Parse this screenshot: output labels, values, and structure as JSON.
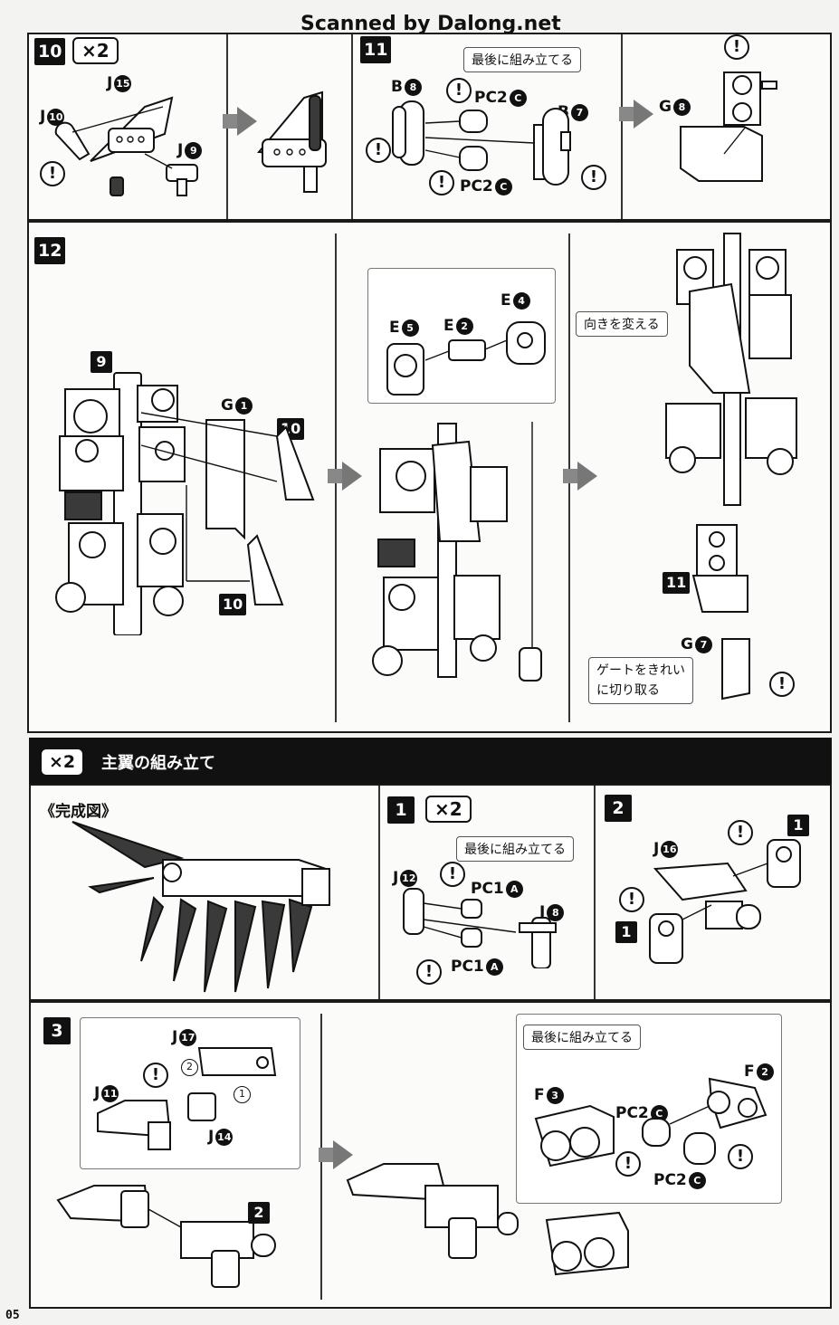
{
  "watermark": "Scanned by Dalong.net",
  "page_number": "05",
  "step10": {
    "num": "10",
    "mult": "×2",
    "parts": [
      {
        "letter": "J",
        "num": "15"
      },
      {
        "letter": "J",
        "num": "10"
      },
      {
        "letter": "J",
        "num": "9"
      }
    ]
  },
  "step11": {
    "num": "11",
    "callout": "最後に組み立てる",
    "parts": [
      {
        "letter": "B",
        "num": "8"
      },
      {
        "letter": "B",
        "num": "7"
      },
      {
        "letter": "G",
        "num": "8"
      }
    ],
    "pc_top": {
      "label": "PC2",
      "sub": "C"
    },
    "pc_bottom": {
      "label": "PC2",
      "sub": "C"
    }
  },
  "step12": {
    "num": "12",
    "ref9": "9",
    "ref10a": "10",
    "ref10b": "10",
    "ref11": "11",
    "parts": [
      {
        "letter": "G",
        "num": "1"
      },
      {
        "letter": "E",
        "num": "5"
      },
      {
        "letter": "E",
        "num": "2"
      },
      {
        "letter": "E",
        "num": "4"
      },
      {
        "letter": "G",
        "num": "7"
      }
    ],
    "callout_turn": "向きを変える",
    "callout_gate_1": "ゲートをきれい",
    "callout_gate_2": "に切り取る"
  },
  "section": {
    "mult": "×2",
    "title": "主翼の組み立て"
  },
  "completed": {
    "label": "《完成図》"
  },
  "w_step1": {
    "num": "1",
    "mult": "×2",
    "callout": "最後に組み立てる",
    "parts": [
      {
        "letter": "J",
        "num": "12"
      },
      {
        "letter": "J",
        "num": "8"
      }
    ],
    "pc_top": {
      "label": "PC1",
      "sub": "A"
    },
    "pc_bottom": {
      "label": "PC1",
      "sub": "A"
    }
  },
  "w_step2": {
    "num": "2",
    "part": {
      "letter": "J",
      "num": "16"
    },
    "ref1a": "1",
    "ref1b": "1"
  },
  "w_step3": {
    "num": "3",
    "ref2": "2",
    "order1": "1",
    "order2": "2",
    "callout": "最後に組み立てる",
    "parts": [
      {
        "letter": "J",
        "num": "17"
      },
      {
        "letter": "J",
        "num": "11"
      },
      {
        "letter": "J",
        "num": "14"
      },
      {
        "letter": "F",
        "num": "3"
      },
      {
        "letter": "F",
        "num": "2"
      }
    ],
    "pc_top": {
      "label": "PC2",
      "sub": "C"
    },
    "pc_bottom": {
      "label": "PC2",
      "sub": "C"
    }
  },
  "warn": "!"
}
